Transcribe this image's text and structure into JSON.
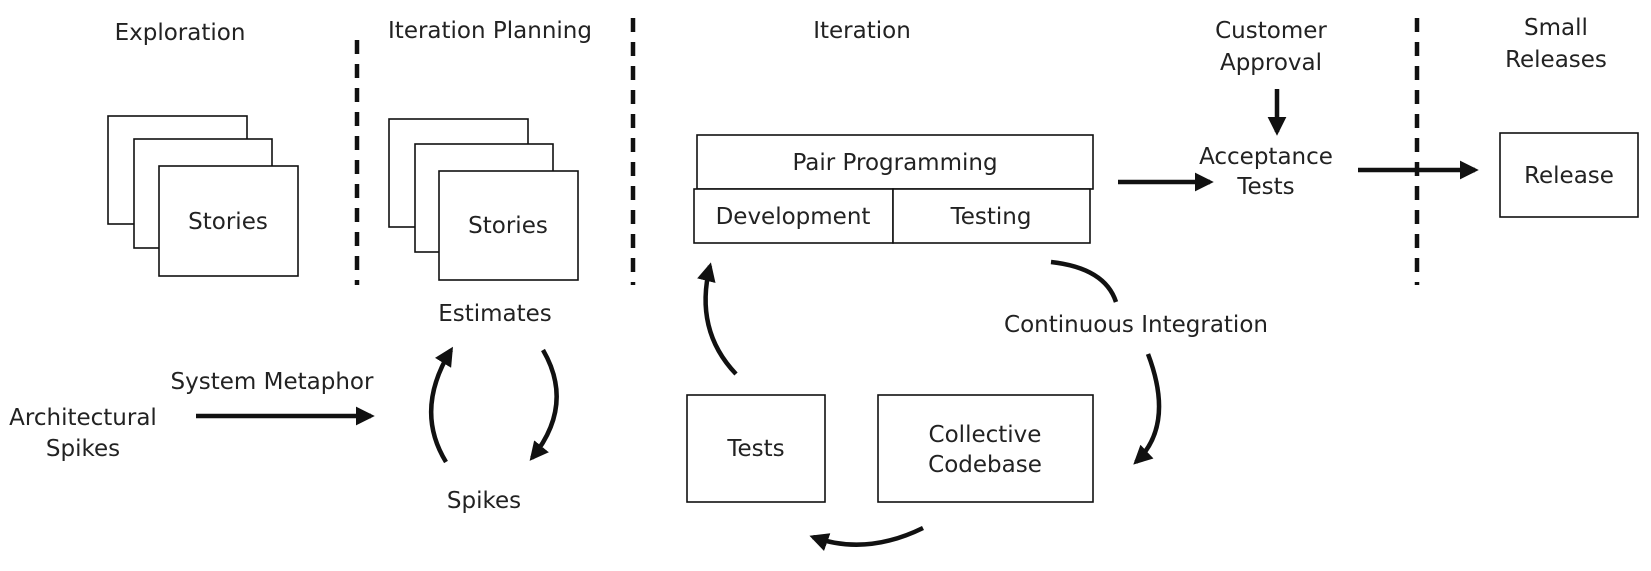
{
  "phases": {
    "exploration": "Exploration",
    "iteration_planning": "Iteration Planning",
    "iteration": "Iteration",
    "customer_approval": [
      "Customer",
      "Approval"
    ],
    "small_releases": [
      "Small",
      "Releases"
    ]
  },
  "exploration": {
    "stories": "Stories"
  },
  "planning": {
    "stories": "Stories",
    "estimates": "Estimates",
    "spikes": "Spikes",
    "system_metaphor": "System Metaphor",
    "architectural_spikes": [
      "Architectural",
      "Spikes"
    ]
  },
  "iteration": {
    "pair_programming": "Pair Programming",
    "development": "Development",
    "testing": "Testing",
    "continuous_integration": "Continuous Integration",
    "tests": "Tests",
    "collective_codebase": [
      "Collective",
      "Codebase"
    ]
  },
  "acceptance_tests": [
    "Acceptance",
    "Tests"
  ],
  "release": "Release"
}
